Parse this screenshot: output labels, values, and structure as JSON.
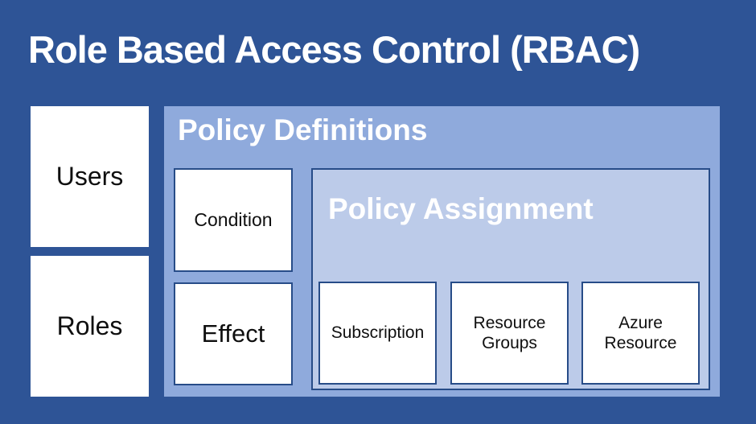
{
  "slide": {
    "title": "Role Based Access Control (RBAC)",
    "colors": {
      "background": "#2E5496",
      "outer_panel": "#8FAADC",
      "inner_panel": "#BCCBE9",
      "box_border": "#274C88",
      "heading_text": "#FFFFFF",
      "box_text": "#0F0F0F",
      "box_fill": "#FFFFFF"
    }
  },
  "left_column": {
    "users_label": "Users",
    "roles_label": "Roles"
  },
  "policy_definitions": {
    "title": "Policy Definitions",
    "condition_label": "Condition",
    "effect_label": "Effect",
    "policy_assignment": {
      "title": "Policy Assignment",
      "boxes": [
        "Subscription",
        "Resource Groups",
        "Azure Resource"
      ]
    }
  }
}
